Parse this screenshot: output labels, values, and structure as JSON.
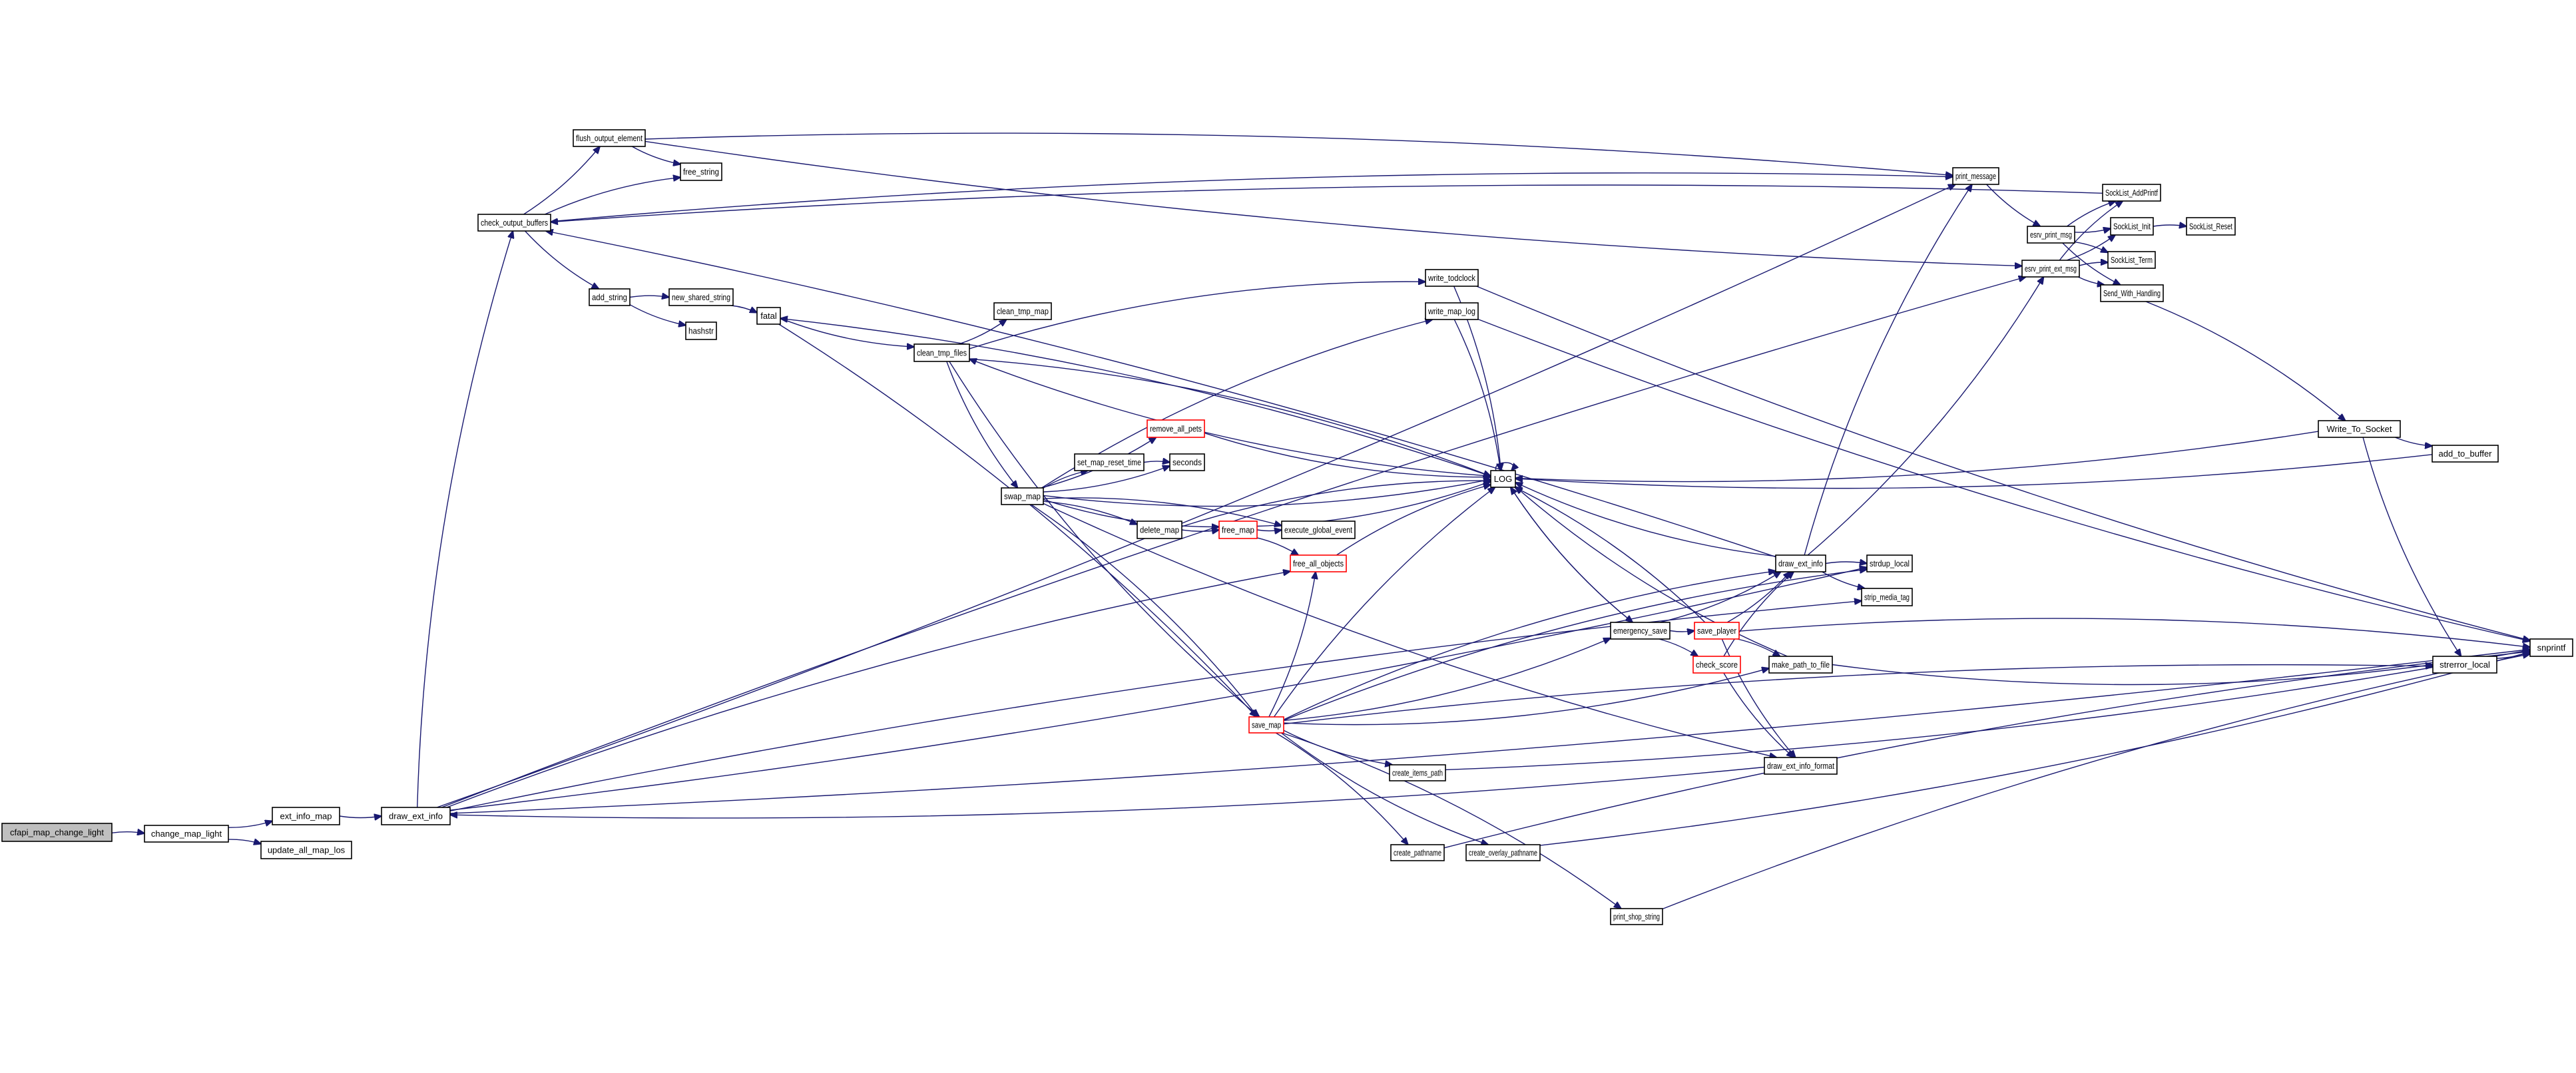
{
  "diagram": {
    "title": "Call graph: cfapi_map_change_light",
    "colors": {
      "edge": "#191970",
      "root_fill": "#bfbfbf",
      "node_border": "#000000",
      "truncated_border": "#ff0000"
    },
    "nodes": [
      {
        "id": "cfapi_map_change_light",
        "label": "cfapi_map_change_light",
        "style": "root"
      },
      {
        "id": "change_map_light",
        "label": "change_map_light",
        "style": "normal"
      },
      {
        "id": "ext_info_map",
        "label": "ext_info_map",
        "style": "normal"
      },
      {
        "id": "update_all_map_los",
        "label": "update_all_map_los",
        "style": "normal"
      },
      {
        "id": "draw_ext_info_a",
        "label": "draw_ext_info",
        "style": "normal"
      },
      {
        "id": "check_output_buffers",
        "label": "check_output_buffers",
        "style": "normal"
      },
      {
        "id": "flush_output_element",
        "label": "flush_output_element",
        "style": "normal"
      },
      {
        "id": "free_string",
        "label": "free_string",
        "style": "normal"
      },
      {
        "id": "add_string",
        "label": "add_string",
        "style": "normal"
      },
      {
        "id": "new_shared_string",
        "label": "new_shared_string",
        "style": "normal"
      },
      {
        "id": "hashstr",
        "label": "hashstr",
        "style": "normal"
      },
      {
        "id": "fatal",
        "label": "fatal",
        "style": "normal"
      },
      {
        "id": "clean_tmp_files",
        "label": "clean_tmp_files",
        "style": "normal"
      },
      {
        "id": "clean_tmp_map",
        "label": "clean_tmp_map",
        "style": "normal"
      },
      {
        "id": "write_todclock",
        "label": "write_todclock",
        "style": "normal"
      },
      {
        "id": "write_map_log",
        "label": "write_map_log",
        "style": "normal"
      },
      {
        "id": "remove_all_pets",
        "label": "remove_all_pets",
        "style": "truncated"
      },
      {
        "id": "set_map_reset_time",
        "label": "set_map_reset_time",
        "style": "normal"
      },
      {
        "id": "seconds",
        "label": "seconds",
        "style": "normal"
      },
      {
        "id": "swap_map",
        "label": "swap_map",
        "style": "normal"
      },
      {
        "id": "delete_map",
        "label": "delete_map",
        "style": "normal"
      },
      {
        "id": "free_map",
        "label": "free_map",
        "style": "truncated"
      },
      {
        "id": "execute_global_event",
        "label": "execute_global_event",
        "style": "normal"
      },
      {
        "id": "free_all_objects",
        "label": "free_all_objects",
        "style": "truncated"
      },
      {
        "id": "LOG",
        "label": "LOG",
        "style": "normal"
      },
      {
        "id": "save_map",
        "label": "save_map",
        "style": "truncated"
      },
      {
        "id": "emergency_save",
        "label": "emergency_save",
        "style": "normal"
      },
      {
        "id": "save_player",
        "label": "save_player",
        "style": "truncated"
      },
      {
        "id": "check_score",
        "label": "check_score",
        "style": "truncated"
      },
      {
        "id": "make_path_to_file",
        "label": "make_path_to_file",
        "style": "normal"
      },
      {
        "id": "draw_ext_info_b",
        "label": "draw_ext_info",
        "style": "normal"
      },
      {
        "id": "strdup_local",
        "label": "strdup_local",
        "style": "normal"
      },
      {
        "id": "strip_media_tag",
        "label": "strip_media_tag",
        "style": "normal"
      },
      {
        "id": "draw_ext_info_format",
        "label": "draw_ext_info_format",
        "style": "normal"
      },
      {
        "id": "create_items_path",
        "label": "create_items_path",
        "style": "normal"
      },
      {
        "id": "create_pathname",
        "label": "create_pathname",
        "style": "normal"
      },
      {
        "id": "create_overlay_pathname",
        "label": "create_overlay_pathname",
        "style": "normal"
      },
      {
        "id": "print_shop_string",
        "label": "print_shop_string",
        "style": "normal"
      },
      {
        "id": "print_message",
        "label": "print_message",
        "style": "normal"
      },
      {
        "id": "esrv_print_msg",
        "label": "esrv_print_msg",
        "style": "normal"
      },
      {
        "id": "esrv_print_ext_msg",
        "label": "esrv_print_ext_msg",
        "style": "normal"
      },
      {
        "id": "SockList_AddPrintf",
        "label": "SockList_AddPrintf",
        "style": "normal"
      },
      {
        "id": "SockList_Init",
        "label": "SockList_Init",
        "style": "normal"
      },
      {
        "id": "SockList_Reset",
        "label": "SockList_Reset",
        "style": "normal"
      },
      {
        "id": "SockList_Term",
        "label": "SockList_Term",
        "style": "normal"
      },
      {
        "id": "Send_With_Handling",
        "label": "Send_With_Handling",
        "style": "normal"
      },
      {
        "id": "Write_To_Socket",
        "label": "Write_To_Socket",
        "style": "normal"
      },
      {
        "id": "add_to_buffer",
        "label": "add_to_buffer",
        "style": "normal"
      },
      {
        "id": "strerror_local",
        "label": "strerror_local",
        "style": "normal"
      },
      {
        "id": "snprintf",
        "label": "snprintf",
        "style": "normal"
      }
    ],
    "edges": [
      [
        "cfapi_map_change_light",
        "change_map_light"
      ],
      [
        "change_map_light",
        "ext_info_map"
      ],
      [
        "change_map_light",
        "update_all_map_los"
      ],
      [
        "ext_info_map",
        "draw_ext_info_a"
      ],
      [
        "draw_ext_info_a",
        "check_output_buffers"
      ],
      [
        "draw_ext_info_a",
        "print_message"
      ],
      [
        "draw_ext_info_a",
        "esrv_print_ext_msg"
      ],
      [
        "draw_ext_info_a",
        "snprintf"
      ],
      [
        "draw_ext_info_a",
        "free_all_objects"
      ],
      [
        "draw_ext_info_a",
        "strdup_local"
      ],
      [
        "draw_ext_info_a",
        "strip_media_tag"
      ],
      [
        "check_output_buffers",
        "flush_output_element"
      ],
      [
        "check_output_buffers",
        "free_string"
      ],
      [
        "check_output_buffers",
        "add_string"
      ],
      [
        "check_output_buffers",
        "print_message"
      ],
      [
        "flush_output_element",
        "free_string"
      ],
      [
        "flush_output_element",
        "print_message"
      ],
      [
        "flush_output_element",
        "esrv_print_ext_msg"
      ],
      [
        "add_string",
        "new_shared_string"
      ],
      [
        "add_string",
        "hashstr"
      ],
      [
        "new_shared_string",
        "fatal"
      ],
      [
        "fatal",
        "clean_tmp_files"
      ],
      [
        "fatal",
        "save_map"
      ],
      [
        "clean_tmp_files",
        "clean_tmp_map"
      ],
      [
        "clean_tmp_files",
        "write_todclock"
      ],
      [
        "clean_tmp_files",
        "swap_map"
      ],
      [
        "clean_tmp_files",
        "LOG"
      ],
      [
        "clean_tmp_files",
        "save_map"
      ],
      [
        "swap_map",
        "write_map_log"
      ],
      [
        "swap_map",
        "remove_all_pets"
      ],
      [
        "swap_map",
        "set_map_reset_time"
      ],
      [
        "swap_map",
        "seconds"
      ],
      [
        "swap_map",
        "delete_map"
      ],
      [
        "swap_map",
        "free_map"
      ],
      [
        "swap_map",
        "execute_global_event"
      ],
      [
        "swap_map",
        "LOG"
      ],
      [
        "swap_map",
        "save_map"
      ],
      [
        "swap_map",
        "draw_ext_info_format"
      ],
      [
        "set_map_reset_time",
        "seconds"
      ],
      [
        "delete_map",
        "free_map"
      ],
      [
        "delete_map",
        "LOG"
      ],
      [
        "free_map",
        "execute_global_event"
      ],
      [
        "free_map",
        "free_all_objects"
      ],
      [
        "free_map",
        "LOG"
      ],
      [
        "free_all_objects",
        "LOG"
      ],
      [
        "remove_all_pets",
        "LOG"
      ],
      [
        "write_todclock",
        "LOG"
      ],
      [
        "write_todclock",
        "snprintf"
      ],
      [
        "write_map_log",
        "LOG"
      ],
      [
        "write_map_log",
        "snprintf"
      ],
      [
        "LOG",
        "LOG"
      ],
      [
        "LOG",
        "emergency_save"
      ],
      [
        "LOG",
        "clean_tmp_files"
      ],
      [
        "LOG",
        "fatal"
      ],
      [
        "save_map",
        "LOG"
      ],
      [
        "save_map",
        "emergency_save"
      ],
      [
        "save_map",
        "draw_ext_info_b"
      ],
      [
        "save_map",
        "make_path_to_file"
      ],
      [
        "save_map",
        "strerror_local"
      ],
      [
        "save_map",
        "create_items_path"
      ],
      [
        "save_map",
        "create_pathname"
      ],
      [
        "save_map",
        "create_overlay_pathname"
      ],
      [
        "save_map",
        "print_shop_string"
      ],
      [
        "save_map",
        "free_all_objects"
      ],
      [
        "save_map",
        "strdup_local"
      ],
      [
        "emergency_save",
        "save_player"
      ],
      [
        "emergency_save",
        "check_score"
      ],
      [
        "emergency_save",
        "draw_ext_info_b"
      ],
      [
        "emergency_save",
        "LOG"
      ],
      [
        "save_player",
        "draw_ext_info_b"
      ],
      [
        "save_player",
        "make_path_to_file"
      ],
      [
        "save_player",
        "draw_ext_info_format"
      ],
      [
        "save_player",
        "snprintf"
      ],
      [
        "save_player",
        "LOG"
      ],
      [
        "check_score",
        "draw_ext_info_b"
      ],
      [
        "check_score",
        "draw_ext_info_format"
      ],
      [
        "make_path_to_file",
        "LOG"
      ],
      [
        "make_path_to_file",
        "strerror_local"
      ],
      [
        "draw_ext_info_b",
        "strdup_local"
      ],
      [
        "draw_ext_info_b",
        "strip_media_tag"
      ],
      [
        "draw_ext_info_b",
        "print_message"
      ],
      [
        "draw_ext_info_b",
        "esrv_print_ext_msg"
      ],
      [
        "draw_ext_info_b",
        "LOG"
      ],
      [
        "draw_ext_info_b",
        "check_output_buffers"
      ],
      [
        "draw_ext_info_format",
        "draw_ext_info_a"
      ],
      [
        "create_items_path",
        "snprintf"
      ],
      [
        "create_pathname",
        "snprintf"
      ],
      [
        "create_overlay_pathname",
        "snprintf"
      ],
      [
        "print_shop_string",
        "snprintf"
      ],
      [
        "print_message",
        "esrv_print_msg"
      ],
      [
        "esrv_print_msg",
        "SockList_AddPrintf"
      ],
      [
        "esrv_print_msg",
        "SockList_Init"
      ],
      [
        "esrv_print_msg",
        "SockList_Term"
      ],
      [
        "esrv_print_msg",
        "Send_With_Handling"
      ],
      [
        "esrv_print_ext_msg",
        "SockList_AddPrintf"
      ],
      [
        "esrv_print_ext_msg",
        "SockList_Init"
      ],
      [
        "esrv_print_ext_msg",
        "SockList_Term"
      ],
      [
        "esrv_print_ext_msg",
        "Send_With_Handling"
      ],
      [
        "SockList_Init",
        "SockList_Reset"
      ],
      [
        "SockList_AddPrintf",
        "check_output_buffers"
      ],
      [
        "Send_With_Handling",
        "Write_To_Socket"
      ],
      [
        "Write_To_Socket",
        "add_to_buffer"
      ],
      [
        "Write_To_Socket",
        "LOG"
      ],
      [
        "Write_To_Socket",
        "strerror_local"
      ],
      [
        "add_to_buffer",
        "LOG"
      ],
      [
        "strerror_local",
        "snprintf"
      ]
    ]
  }
}
